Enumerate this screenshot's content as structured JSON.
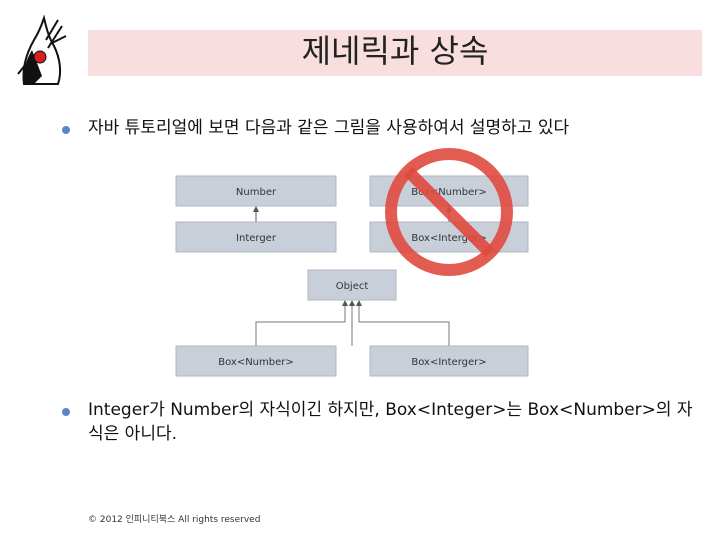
{
  "slide": {
    "title": "제네릭과 상속",
    "bullets": [
      "자바 튜토리얼에 보면 다음과 같은 그림을 사용하여서 설명하고 있다",
      "Integer가 Number의 자식이긴 하지만, Box<Integer>는 Box<Number>의 자식은 아니다."
    ],
    "footer": "© 2012 인피니티북스  All rights reserved"
  },
  "diagram": {
    "boxes": {
      "number": "Number",
      "interger": "Interger",
      "box_number_top": "Box<Number>",
      "box_interger_top": "Box<Interger>",
      "object": "Object",
      "box_number_bottom": "Box<Number>",
      "box_interger_bottom": "Box<Interger>"
    },
    "colors": {
      "box_fill": "#c9cfd9",
      "box_stroke": "#aeb6c3",
      "prohibit_red": "#e04a3f",
      "bullet": "#5b86c5",
      "title_band": "#f8dede"
    }
  },
  "icons": {
    "logo": "duke-mascot-icon",
    "prohibit": "prohibition-sign-icon",
    "bullet": "bullet-dot-icon"
  }
}
